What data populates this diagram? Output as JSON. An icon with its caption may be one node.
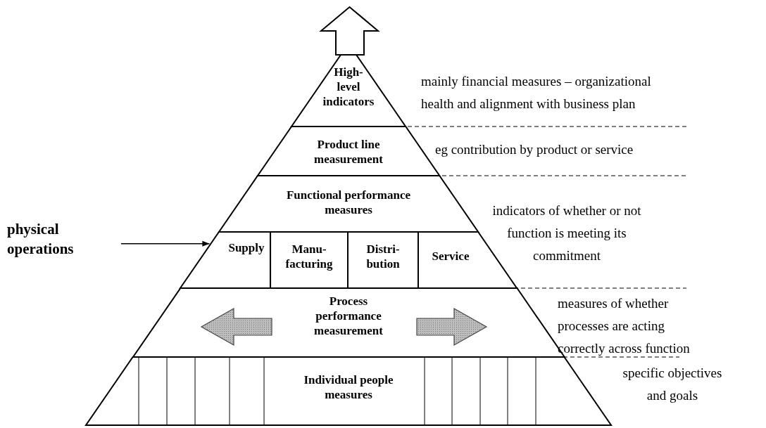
{
  "diagram": {
    "nodes": [
      {
        "text": [
          "High- level indicators"
        ],
        "beside": [
          "mainly financial measures – organizational health and alignment with business plan"
        ]
      },
      {
        "text": [
          "Product line measurement"
        ],
        "beside": [
          "eg contribution by product or service"
        ]
      },
      {
        "text": [
          "Functional performance measures"
        ]
      },
      {
        "text": [
          "Supply"
        ]
      },
      {
        "text": [
          "Manu- facturing"
        ]
      },
      {
        "text": [
          "Distri- bution"
        ]
      },
      {
        "text": [
          "Service"
        ]
      },
      {
        "text": [
          "physical operations"
        ]
      },
      {
        "text": [
          "Process performance measurement"
        ],
        "beside": [
          "measures of whether processes are acting correctly across function"
        ]
      },
      {
        "text": [
          "Individual people measures"
        ],
        "beside": [
          "specific objectives and goals"
        ]
      }
    ],
    "labels": [
      "indicators of whether or not function is meeting its commitment"
    ],
    "edges": [
      {
        "from": 7,
        "to": 3,
        "arrow": "to"
      }
    ]
  }
}
